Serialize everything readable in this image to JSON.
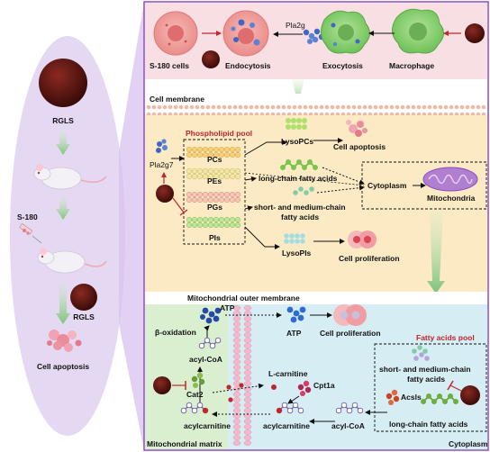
{
  "left_panel": {
    "rgls_top": "RGLS",
    "s180": "S-180",
    "rgls_bottom": "RGLS",
    "cell_apoptosis": "Cell apoptosis"
  },
  "top_panel": {
    "s180_cells": "S-180 cells",
    "endocytosis": "Endocytosis",
    "pla2g": "Pla2g",
    "exocytosis": "Exocytosis",
    "macrophage": "Macrophage"
  },
  "middle_panel": {
    "cell_membrane": "Cell membrane",
    "phospholipid_pool": "Phospholipid pool",
    "pla2g7": "Pla2g7",
    "pcs": "PCs",
    "pes": "PEs",
    "pgs": "PGs",
    "pis": "PIs",
    "lysopcs": "LysoPCs",
    "cell_apoptosis": "Cell apoptosis",
    "long_chain": "long-chain fatty acids",
    "short_medium_1": "short- and medium-chain",
    "short_medium_2": "fatty acids",
    "cytoplasm": "Cytoplasm",
    "mitochondria": "Mitochondria",
    "lysopis": "LysoPIs",
    "cell_proliferation": "Cell proliferation"
  },
  "bottom_panel": {
    "mito_outer_membrane": "Mitochondrial outer membrane",
    "atp_top": "ATP",
    "beta_oxidation": "β-oxidation",
    "atp_mid": "ATP",
    "cell_proliferation": "Cell proliferation",
    "acyl_coa_mito": "acyl-CoA",
    "cat2": "Cat2",
    "acylcarnitine_left": "acylcarnitine",
    "l_carnitine": "L-carnitine",
    "cpt1a": "Cpt1a",
    "acylcarnitine_right": "acylcarnitine",
    "acyl_coa_cyto": "acyl-CoA",
    "fatty_acids_pool": "Fatty acids pool",
    "short_medium_1": "short- and medium-chain",
    "short_medium_2": "fatty acids",
    "acsls": "Acsls",
    "long_chain": "long-chain fatty acids",
    "mito_matrix": "Mitochondrial matrix",
    "cytoplasm": "Cytoplasm"
  },
  "colors": {
    "left_bg": "#e4d8f2",
    "top_bg": "#f8dfe4",
    "middle_bg": "#fbeac4",
    "bottom_left_bg": "#d9efcf",
    "bottom_right_bg": "#d6edf4",
    "frame": "#8e4cc2",
    "accent_red": "#c0262d",
    "arrow_green": "#7dc27a",
    "rgls_dark": "#5a1410"
  }
}
